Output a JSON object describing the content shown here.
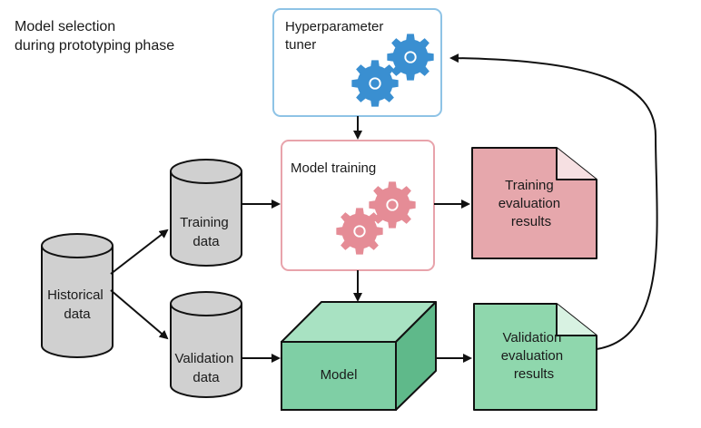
{
  "title_lines": [
    "Model selection",
    "during prototyping phase"
  ],
  "nodes": {
    "hyperparameter_tuner": {
      "lines": [
        "Hyperparameter",
        "tuner"
      ]
    },
    "model_training": {
      "lines": [
        "Model training"
      ]
    },
    "training_results": {
      "lines": [
        "Training",
        "evaluation",
        "results"
      ]
    },
    "historical_data": {
      "lines": [
        "Historical",
        "data"
      ]
    },
    "training_data": {
      "lines": [
        "Training",
        "data"
      ]
    },
    "validation_data": {
      "lines": [
        "Validation",
        "data"
      ]
    },
    "model": {
      "lines": [
        "Model"
      ]
    },
    "validation_results": {
      "lines": [
        "Validation",
        "evaluation",
        "results"
      ]
    }
  },
  "colors": {
    "tuner_border": "#8ec3e6",
    "gear_blue": "#3a8fd1",
    "training_border": "#e8a3ab",
    "gear_red": "#e58c96",
    "doc_red_fill": "#e6a7ac",
    "cylinder_fill": "#d0d0d0",
    "model_green": "#7fcfa5",
    "doc_green_fill": "#8fd7ad",
    "stroke": "#111111"
  }
}
